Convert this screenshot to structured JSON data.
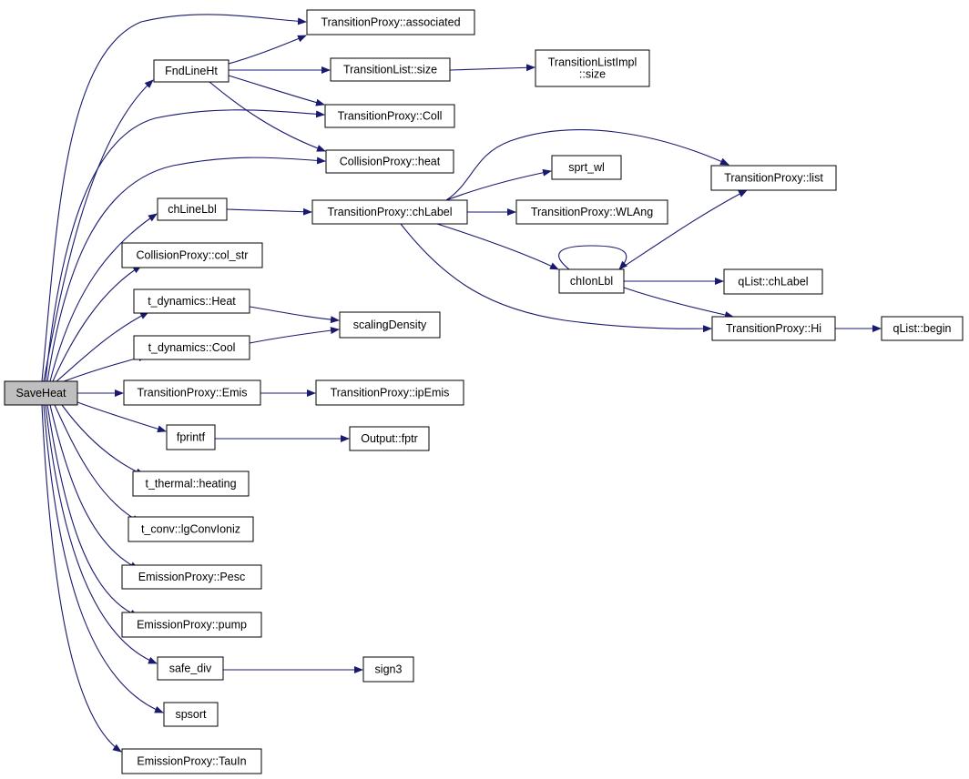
{
  "graph": {
    "root": "SaveHeat",
    "nodes": [
      {
        "id": "saveheat",
        "lines": [
          "SaveHeat"
        ],
        "root": true
      },
      {
        "id": "fndlineht",
        "lines": [
          "FndLineHt"
        ]
      },
      {
        "id": "tp_associated",
        "lines": [
          "TransitionProxy::associated"
        ]
      },
      {
        "id": "tl_size",
        "lines": [
          "TransitionList::size"
        ]
      },
      {
        "id": "tli_size",
        "lines": [
          "TransitionListImpl",
          "::size"
        ]
      },
      {
        "id": "tp_coll",
        "lines": [
          "TransitionProxy::Coll"
        ]
      },
      {
        "id": "cp_heat",
        "lines": [
          "CollisionProxy::heat"
        ]
      },
      {
        "id": "chlinelbl",
        "lines": [
          "chLineLbl"
        ]
      },
      {
        "id": "tp_chlabel",
        "lines": [
          "TransitionProxy::chLabel"
        ]
      },
      {
        "id": "sprt_wl",
        "lines": [
          "sprt_wl"
        ]
      },
      {
        "id": "tp_list",
        "lines": [
          "TransitionProxy::list"
        ]
      },
      {
        "id": "tp_wlang",
        "lines": [
          "TransitionProxy::WLAng"
        ]
      },
      {
        "id": "chionlbl",
        "lines": [
          "chIonLbl"
        ]
      },
      {
        "id": "qlist_chlabel",
        "lines": [
          "qList::chLabel"
        ]
      },
      {
        "id": "tp_hi",
        "lines": [
          "TransitionProxy::Hi"
        ]
      },
      {
        "id": "qlist_begin",
        "lines": [
          "qList::begin"
        ]
      },
      {
        "id": "cp_col_str",
        "lines": [
          "CollisionProxy::col_str"
        ]
      },
      {
        "id": "tdyn_heat",
        "lines": [
          "t_dynamics::Heat"
        ]
      },
      {
        "id": "tdyn_cool",
        "lines": [
          "t_dynamics::Cool"
        ]
      },
      {
        "id": "scalingdensity",
        "lines": [
          "scalingDensity"
        ]
      },
      {
        "id": "tp_emis",
        "lines": [
          "TransitionProxy::Emis"
        ]
      },
      {
        "id": "tp_ipemis",
        "lines": [
          "TransitionProxy::ipEmis"
        ]
      },
      {
        "id": "fprintf",
        "lines": [
          "fprintf"
        ]
      },
      {
        "id": "output_fptr",
        "lines": [
          "Output::fptr"
        ]
      },
      {
        "id": "tthermal_heating",
        "lines": [
          "t_thermal::heating"
        ]
      },
      {
        "id": "tconv_lgconvioniz",
        "lines": [
          "t_conv::lgConvIoniz"
        ]
      },
      {
        "id": "ep_pesc",
        "lines": [
          "EmissionProxy::Pesc"
        ]
      },
      {
        "id": "ep_pump",
        "lines": [
          "EmissionProxy::pump"
        ]
      },
      {
        "id": "safe_div",
        "lines": [
          "safe_div"
        ]
      },
      {
        "id": "sign3",
        "lines": [
          "sign3"
        ]
      },
      {
        "id": "spsort",
        "lines": [
          "spsort"
        ]
      },
      {
        "id": "ep_tauin",
        "lines": [
          "EmissionProxy::TauIn"
        ]
      }
    ],
    "edges": [
      {
        "from": "saveheat",
        "to": "tp_associated"
      },
      {
        "from": "saveheat",
        "to": "fndlineht"
      },
      {
        "from": "saveheat",
        "to": "tp_coll"
      },
      {
        "from": "saveheat",
        "to": "cp_heat"
      },
      {
        "from": "saveheat",
        "to": "chlinelbl"
      },
      {
        "from": "saveheat",
        "to": "cp_col_str"
      },
      {
        "from": "saveheat",
        "to": "tdyn_heat"
      },
      {
        "from": "saveheat",
        "to": "tdyn_cool"
      },
      {
        "from": "saveheat",
        "to": "tp_emis"
      },
      {
        "from": "saveheat",
        "to": "fprintf"
      },
      {
        "from": "saveheat",
        "to": "tthermal_heating"
      },
      {
        "from": "saveheat",
        "to": "tconv_lgconvioniz"
      },
      {
        "from": "saveheat",
        "to": "ep_pesc"
      },
      {
        "from": "saveheat",
        "to": "ep_pump"
      },
      {
        "from": "saveheat",
        "to": "safe_div"
      },
      {
        "from": "saveheat",
        "to": "spsort"
      },
      {
        "from": "saveheat",
        "to": "ep_tauin"
      },
      {
        "from": "fndlineht",
        "to": "tp_associated"
      },
      {
        "from": "fndlineht",
        "to": "tl_size"
      },
      {
        "from": "fndlineht",
        "to": "tp_coll"
      },
      {
        "from": "fndlineht",
        "to": "cp_heat"
      },
      {
        "from": "tl_size",
        "to": "tli_size"
      },
      {
        "from": "chlinelbl",
        "to": "tp_chlabel"
      },
      {
        "from": "tp_chlabel",
        "to": "tp_list"
      },
      {
        "from": "tp_chlabel",
        "to": "sprt_wl"
      },
      {
        "from": "tp_chlabel",
        "to": "tp_wlang"
      },
      {
        "from": "tp_chlabel",
        "to": "chionlbl"
      },
      {
        "from": "tp_chlabel",
        "to": "tp_hi"
      },
      {
        "from": "chionlbl",
        "to": "chionlbl"
      },
      {
        "from": "chionlbl",
        "to": "tp_list"
      },
      {
        "from": "chionlbl",
        "to": "qlist_chlabel"
      },
      {
        "from": "chionlbl",
        "to": "tp_hi"
      },
      {
        "from": "tp_hi",
        "to": "qlist_begin"
      },
      {
        "from": "tdyn_heat",
        "to": "scalingdensity"
      },
      {
        "from": "tdyn_cool",
        "to": "scalingdensity"
      },
      {
        "from": "tp_emis",
        "to": "tp_ipemis"
      },
      {
        "from": "fprintf",
        "to": "output_fptr"
      },
      {
        "from": "safe_div",
        "to": "sign3"
      }
    ]
  }
}
